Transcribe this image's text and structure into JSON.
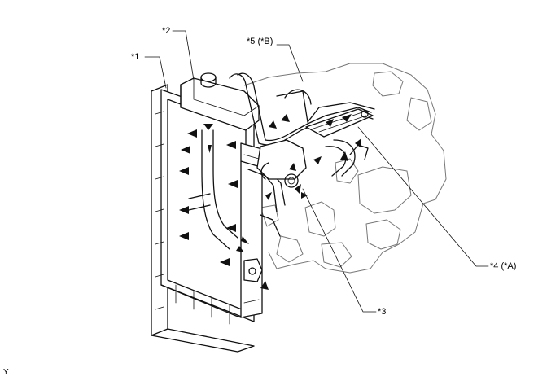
{
  "callouts": {
    "c1": "*1",
    "c2": "*2",
    "c3": "*3",
    "c4": "*4 (*A)",
    "c5": "*5 (*B)"
  },
  "corner_mark": "Y"
}
